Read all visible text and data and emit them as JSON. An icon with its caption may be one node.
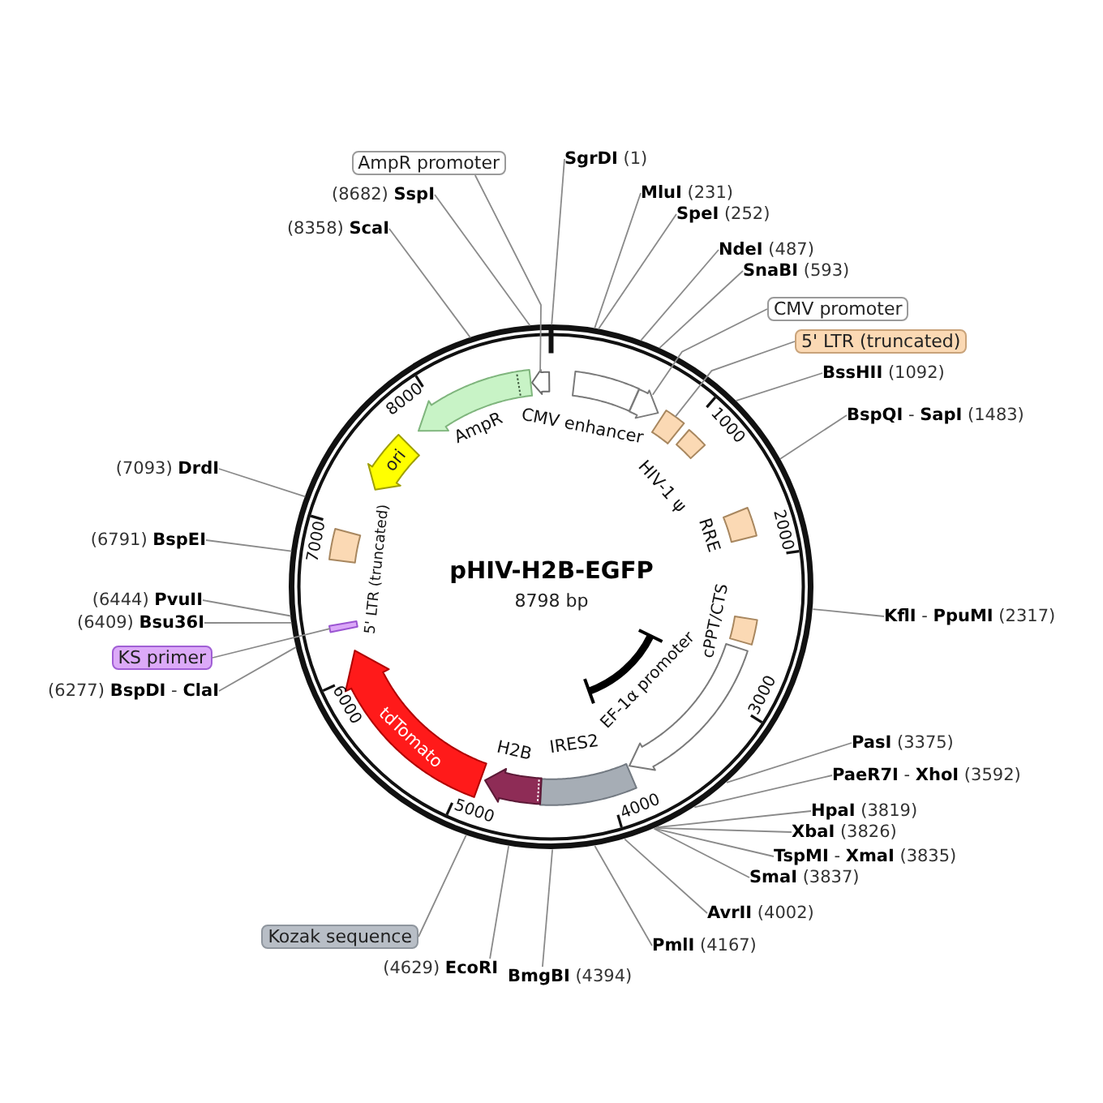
{
  "diagram": {
    "title": "pHIV-H2B-EGFP",
    "nodes": [
      {
        "text": [],
        "shape": "circle"
      },
      {
        "text": [],
        "shape": "arrow",
        "in": 0
      },
      {
        "text": [],
        "shape": "arrow",
        "beside": [
          "AmpR"
        ],
        "in": 0
      },
      {
        "text": [],
        "shape": "bar",
        "beside": [
          "CMV enhancer"
        ],
        "in": 0
      },
      {
        "text": [],
        "shape": "arrow",
        "in": 0
      },
      {
        "text": [],
        "shape": "box",
        "in": 0
      },
      {
        "text": [],
        "shape": "box",
        "beside": [
          "HIV-1 ψ"
        ],
        "in": 0
      },
      {
        "text": [],
        "shape": "box",
        "beside": [
          "RRE"
        ],
        "in": 0
      },
      {
        "text": [],
        "shape": "box",
        "beside": [
          "cPPT/CTS"
        ],
        "in": 0
      },
      {
        "text": [],
        "shape": "arrow",
        "beside": [
          "EF-1α promoter"
        ],
        "in": 0
      },
      {
        "text": [],
        "shape": "bar",
        "beside": [
          "IRES2"
        ],
        "in": 0
      },
      {
        "text": [],
        "shape": "arrow",
        "beside": [
          "H2B"
        ],
        "in": 0
      },
      {
        "text": [
          "tdTomato"
        ],
        "in": 0
      },
      {
        "text": [],
        "shape": "bar",
        "in": 0
      },
      {
        "text": [],
        "shape": "box",
        "beside": [
          "5' LTR (truncated)"
        ],
        "in": 0
      },
      {
        "text": [
          "ori"
        ],
        "in": 0
      },
      {
        "text": [],
        "shape": "arc",
        "in": 0
      },
      {
        "text": [
          "**SgrDI** (1)"
        ]
      },
      {
        "text": [
          "**MluI** (231)"
        ]
      },
      {
        "text": [
          "**SpeI** (252)"
        ]
      },
      {
        "text": [
          "**NdeI** (487)"
        ]
      },
      {
        "text": [
          "**SnaBI** (593)"
        ]
      },
      {
        "text": [
          "CMV promoter"
        ]
      },
      {
        "text": [
          "5' LTR (truncated)"
        ]
      },
      {
        "text": [
          "**BssHII** (1092)"
        ]
      },
      {
        "text": [
          "**BspQI** - **SapI** (1483)"
        ]
      },
      {
        "text": [
          "**KflI** - **PpuMI** (2317)"
        ]
      },
      {
        "text": [
          "**PasI** (3375)"
        ]
      },
      {
        "text": [
          "**PaeR7I** - **XhoI** (3592)"
        ]
      },
      {
        "text": [
          "**HpaI** (3819)"
        ]
      },
      {
        "text": [
          "**XbaI** (3826)"
        ]
      },
      {
        "text": [
          "**TspMI** - **XmaI** (3835)"
        ]
      },
      {
        "text": [
          "**SmaI** (3837)"
        ]
      },
      {
        "text": [
          "**AvrII** (4002)"
        ]
      },
      {
        "text": [
          "**PmlI** (4167)"
        ]
      },
      {
        "text": [
          "**BmgBI** (4394)"
        ]
      },
      {
        "text": [
          "(4629) **EcoRI**"
        ]
      },
      {
        "text": [
          "Kozak sequence"
        ]
      },
      {
        "text": [
          "(6277) **BspDI** - **ClaI**"
        ]
      },
      {
        "text": [
          "KS primer"
        ]
      },
      {
        "text": [
          "(6409) **Bsu36I**"
        ]
      },
      {
        "text": [
          "(6444) **PvuII**"
        ]
      },
      {
        "text": [
          "(6791) **BspEI**"
        ]
      },
      {
        "text": [
          "(7093) **DrdI**"
        ]
      },
      {
        "text": [
          "(8358) **ScaI**"
        ]
      },
      {
        "text": [
          "(8682) **SspI**"
        ]
      },
      {
        "text": [
          "AmpR promoter"
        ]
      }
    ],
    "edges": [
      {
        "from": 17,
        "to": 0,
        "arrow": "none"
      },
      {
        "from": 18,
        "to": 0,
        "arrow": "none"
      },
      {
        "from": 19,
        "to": 0,
        "arrow": "none"
      },
      {
        "from": 20,
        "to": 0,
        "arrow": "none"
      },
      {
        "from": 21,
        "to": 0,
        "arrow": "none"
      },
      {
        "from": 22,
        "to": 4,
        "arrow": "none"
      },
      {
        "from": 23,
        "to": 5,
        "arrow": "none"
      },
      {
        "from": 24,
        "to": 0,
        "arrow": "none"
      },
      {
        "from": 25,
        "to": 0,
        "arrow": "none"
      },
      {
        "from": 26,
        "to": 0,
        "arrow": "none"
      },
      {
        "from": 27,
        "to": 0,
        "arrow": "none"
      },
      {
        "from": 28,
        "to": 0,
        "arrow": "none"
      },
      {
        "from": 29,
        "to": 0,
        "arrow": "none"
      },
      {
        "from": 30,
        "to": 0,
        "arrow": "none"
      },
      {
        "from": 31,
        "to": 0,
        "arrow": "none"
      },
      {
        "from": 32,
        "to": 0,
        "arrow": "none"
      },
      {
        "from": 33,
        "to": 0,
        "arrow": "none"
      },
      {
        "from": 34,
        "to": 0,
        "arrow": "none"
      },
      {
        "from": 35,
        "to": 0,
        "arrow": "none"
      },
      {
        "from": 36,
        "to": 0,
        "arrow": "none"
      },
      {
        "from": 37,
        "to": 0,
        "arrow": "none"
      },
      {
        "from": 38,
        "to": 0,
        "arrow": "none"
      },
      {
        "from": 39,
        "to": 13,
        "arrow": "none"
      },
      {
        "from": 40,
        "to": 0,
        "arrow": "none"
      },
      {
        "from": 41,
        "to": 0,
        "arrow": "none"
      },
      {
        "from": 42,
        "to": 0,
        "arrow": "none"
      },
      {
        "from": 43,
        "to": 0,
        "arrow": "none"
      },
      {
        "from": 44,
        "to": 0,
        "arrow": "none"
      },
      {
        "from": 45,
        "to": 0,
        "arrow": "none"
      },
      {
        "from": 46,
        "to": 1,
        "arrow": "none"
      }
    ],
    "labels": [
      "8798 bp",
      "1000",
      "2000",
      "3000",
      "4000",
      "5000",
      "6000",
      "7000",
      "8000"
    ]
  }
}
